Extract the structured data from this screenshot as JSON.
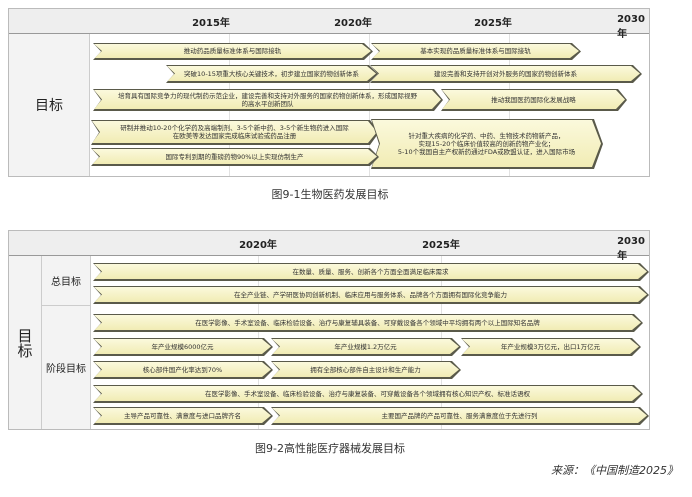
{
  "figure1": {
    "years": [
      "2015年",
      "2020年",
      "2025年",
      "2030年"
    ],
    "label": "目标",
    "arrows": [
      "推动药品质量标准体系与国际接轨",
      "基本实现药品质量标准体系与国际接轨",
      "突破10-15项重大核心关键技术，初步建立国家药物创新体系",
      "建设完善和支持开创对外服务的国家药物创新体系",
      "培育具有国际竞争力的现代制药示范企业，建设完善和支持对外服务的国家药物创新体系，形成国际视野\n的高水平创新团队",
      "推动我国医药国际化发展战略",
      "研制并推动10-20个化学药及高端制剂、3-5个新中药、3-5个新生物药进入国际\n在欧美等发达国家完成临床试验或药品注册",
      "针对重大疾病的化学药、中药、生物技术药物新产品，\n实现15-20个临床价值较高的创新药物产业化；\n5-10个我国自主产权新药通过FDA或欧盟认证，进入国际市场",
      "国际专利到期的重磅药物90%以上实现仿制生产"
    ],
    "caption": "图9-1生物医药发展目标"
  },
  "figure2": {
    "years": [
      "2020年",
      "2025年",
      "2030年"
    ],
    "label": "目标",
    "overall_label": "总目标",
    "stage_label": "阶段目标",
    "arrows": [
      "在数量、质量、服务、创新各个方面全面满足临床需求",
      "在全产业链、产学研医协同创新机制、临床应用与服务体系、品牌各个方面拥有国际化竞争能力",
      "在医学影像、手术室设备、临床检验设备、治疗与康复辅具装备、可穿戴设备各个领域中平均拥有两个以上国际知名品牌",
      "年产业规模6000亿元",
      "年产业规模1.2万亿元",
      "年产业规模3万亿元，出口1万亿元",
      "核心部件国产化率达到70%",
      "拥有全部核心部件自主设计和生产能力",
      "在医学影像、手术室设备、临床检验设备、治疗与康复装备、可穿戴设备各个领域拥有核心知识产权、标准话语权",
      "主导产品可靠性、满意度与进口品牌齐名",
      "主要国产品牌的产品可靠性、服务满意度位于先进行列"
    ],
    "caption": "图9-2高性能医疗器械发展目标"
  },
  "source": "来源：《中国制造2025》"
}
